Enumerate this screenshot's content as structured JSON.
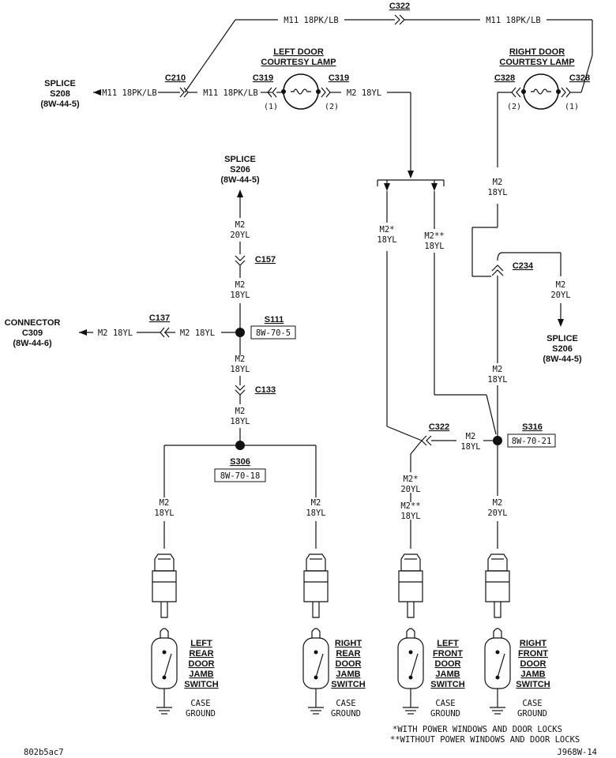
{
  "splices": {
    "s208": {
      "line1": "SPLICE",
      "line2": "S208",
      "line3": "(8W-44-5)"
    },
    "s206_top": {
      "line1": "SPLICE",
      "line2": "S206",
      "line3": "(8W-44-5)"
    },
    "s206_right": {
      "line1": "SPLICE",
      "line2": "S206",
      "line3": "(8W-44-5)"
    },
    "c309": {
      "line1": "CONNECTOR",
      "line2": "C309",
      "line3": "(8W-44-6)"
    }
  },
  "lamps": {
    "left": {
      "line1": "LEFT DOOR",
      "line2": "COURTESY LAMP"
    },
    "right": {
      "line1": "RIGHT DOOR",
      "line2": "COURTESY LAMP"
    }
  },
  "connectors": {
    "c322_top": "C322",
    "c210": "C210",
    "c319_l": "C319",
    "c319_r": "C319",
    "c328_l": "C328",
    "c328_r": "C328",
    "c157": "C157",
    "c137": "C137",
    "c133": "C133",
    "c234": "C234",
    "c322_mid": "C322"
  },
  "pins": {
    "p1a": "(1)",
    "p2a": "(2)",
    "p2b": "(2)",
    "p1b": "(1)"
  },
  "wires": {
    "m11_top_l": "M11 18PK/LB",
    "m11_top_r": "M11 18PK/LB",
    "m11_left_a": "M11 18PK/LB",
    "m11_left_b": "M11 18PK/LB",
    "m2_lamp": "M2 18YL",
    "m2_a": "M2",
    "yl20_a": "20YL",
    "m2_b": "M2",
    "yl18_b": "18YL",
    "m2_c137a": "M2 18YL",
    "m2_c137b": "M2 18YL",
    "m2_c": "M2",
    "yl18_c": "18YL",
    "m2_d": "M2",
    "yl18_d": "18YL",
    "m2_e": "M2",
    "yl18_e": "18YL",
    "m2_f": "M2",
    "yl18_f": "18YL",
    "m2s_a": "M2*",
    "yl18_g": "18YL",
    "m2ss_a": "M2**",
    "yl18_h": "18YL",
    "m2_g": "M2",
    "yl18_i": "18YL",
    "m2_h": "M2",
    "yl20_b": "20YL",
    "m2_i": "M2",
    "yl18_j": "18YL",
    "m2_j": "M2",
    "yl18_k": "18YL",
    "m2s_b": "M2*",
    "yl20_c": "20YL",
    "m2ss_b": "M2**",
    "yl18_l": "18YL",
    "m2_k": "M2",
    "yl20_d": "20YL"
  },
  "splice_points": {
    "s111": "S111",
    "s111_ref": "8W-70-5",
    "s306": "S306",
    "s306_ref": "8W-70-18",
    "s316": "S316",
    "s316_ref": "8W-70-21"
  },
  "switches": {
    "lr": {
      "l1": "LEFT",
      "l2": "REAR",
      "l3": "DOOR",
      "l4": "JAMB",
      "l5": "SWITCH"
    },
    "rr": {
      "l1": "RIGHT",
      "l2": "REAR",
      "l3": "DOOR",
      "l4": "JAMB",
      "l5": "SWITCH"
    },
    "lf": {
      "l1": "LEFT",
      "l2": "FRONT",
      "l3": "DOOR",
      "l4": "JAMB",
      "l5": "SWITCH"
    },
    "rf": {
      "l1": "RIGHT",
      "l2": "FRONT",
      "l3": "DOOR",
      "l4": "JAMB",
      "l5": "SWITCH"
    }
  },
  "ground": {
    "g1a": "CASE",
    "g1b": "GROUND",
    "g2a": "CASE",
    "g2b": "GROUND",
    "g3a": "CASE",
    "g3b": "GROUND",
    "g4a": "CASE",
    "g4b": "GROUND"
  },
  "notes": {
    "n1": "*WITH POWER WINDOWS AND DOOR LOCKS",
    "n2": "**WITHOUT POWER WINDOWS AND DOOR LOCKS"
  },
  "footer": {
    "left": "802b5ac7",
    "right": "J968W-14"
  }
}
